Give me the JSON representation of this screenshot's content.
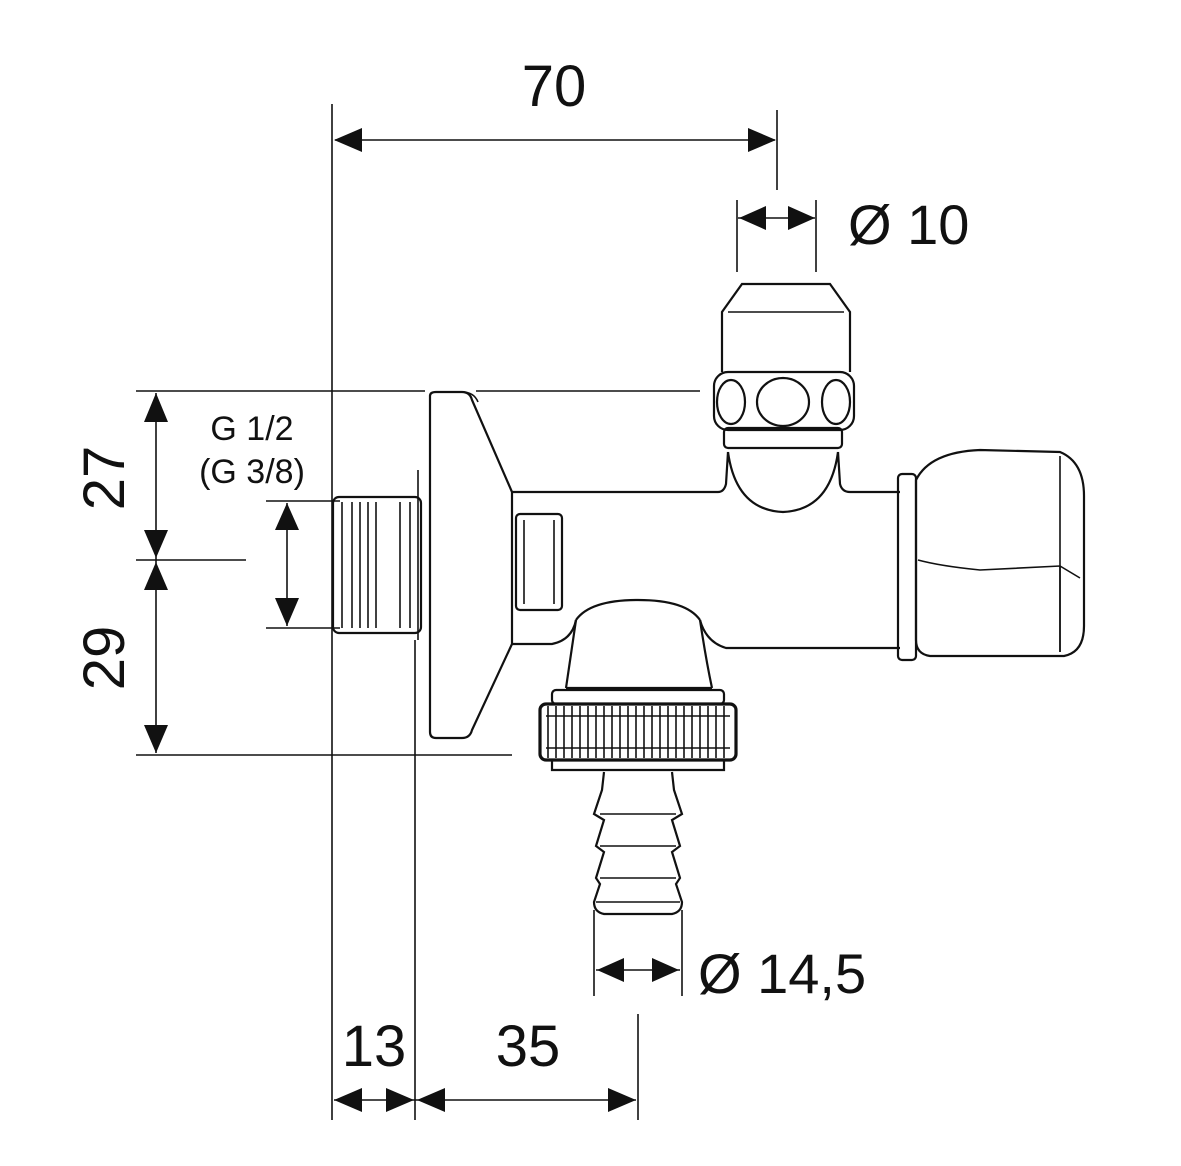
{
  "dimensions": {
    "overall_length": "70",
    "spindle_diameter": "Ø 10",
    "inlet_thread": "G 1/2",
    "inlet_thread_alt": "(G 3/8)",
    "height_upper": "27",
    "height_lower": "29",
    "hose_nozzle_diameter": "Ø 14,5",
    "wall_offset": "13",
    "outlet_offset": "35"
  },
  "colors": {
    "line": "#111111",
    "background": "#ffffff"
  }
}
